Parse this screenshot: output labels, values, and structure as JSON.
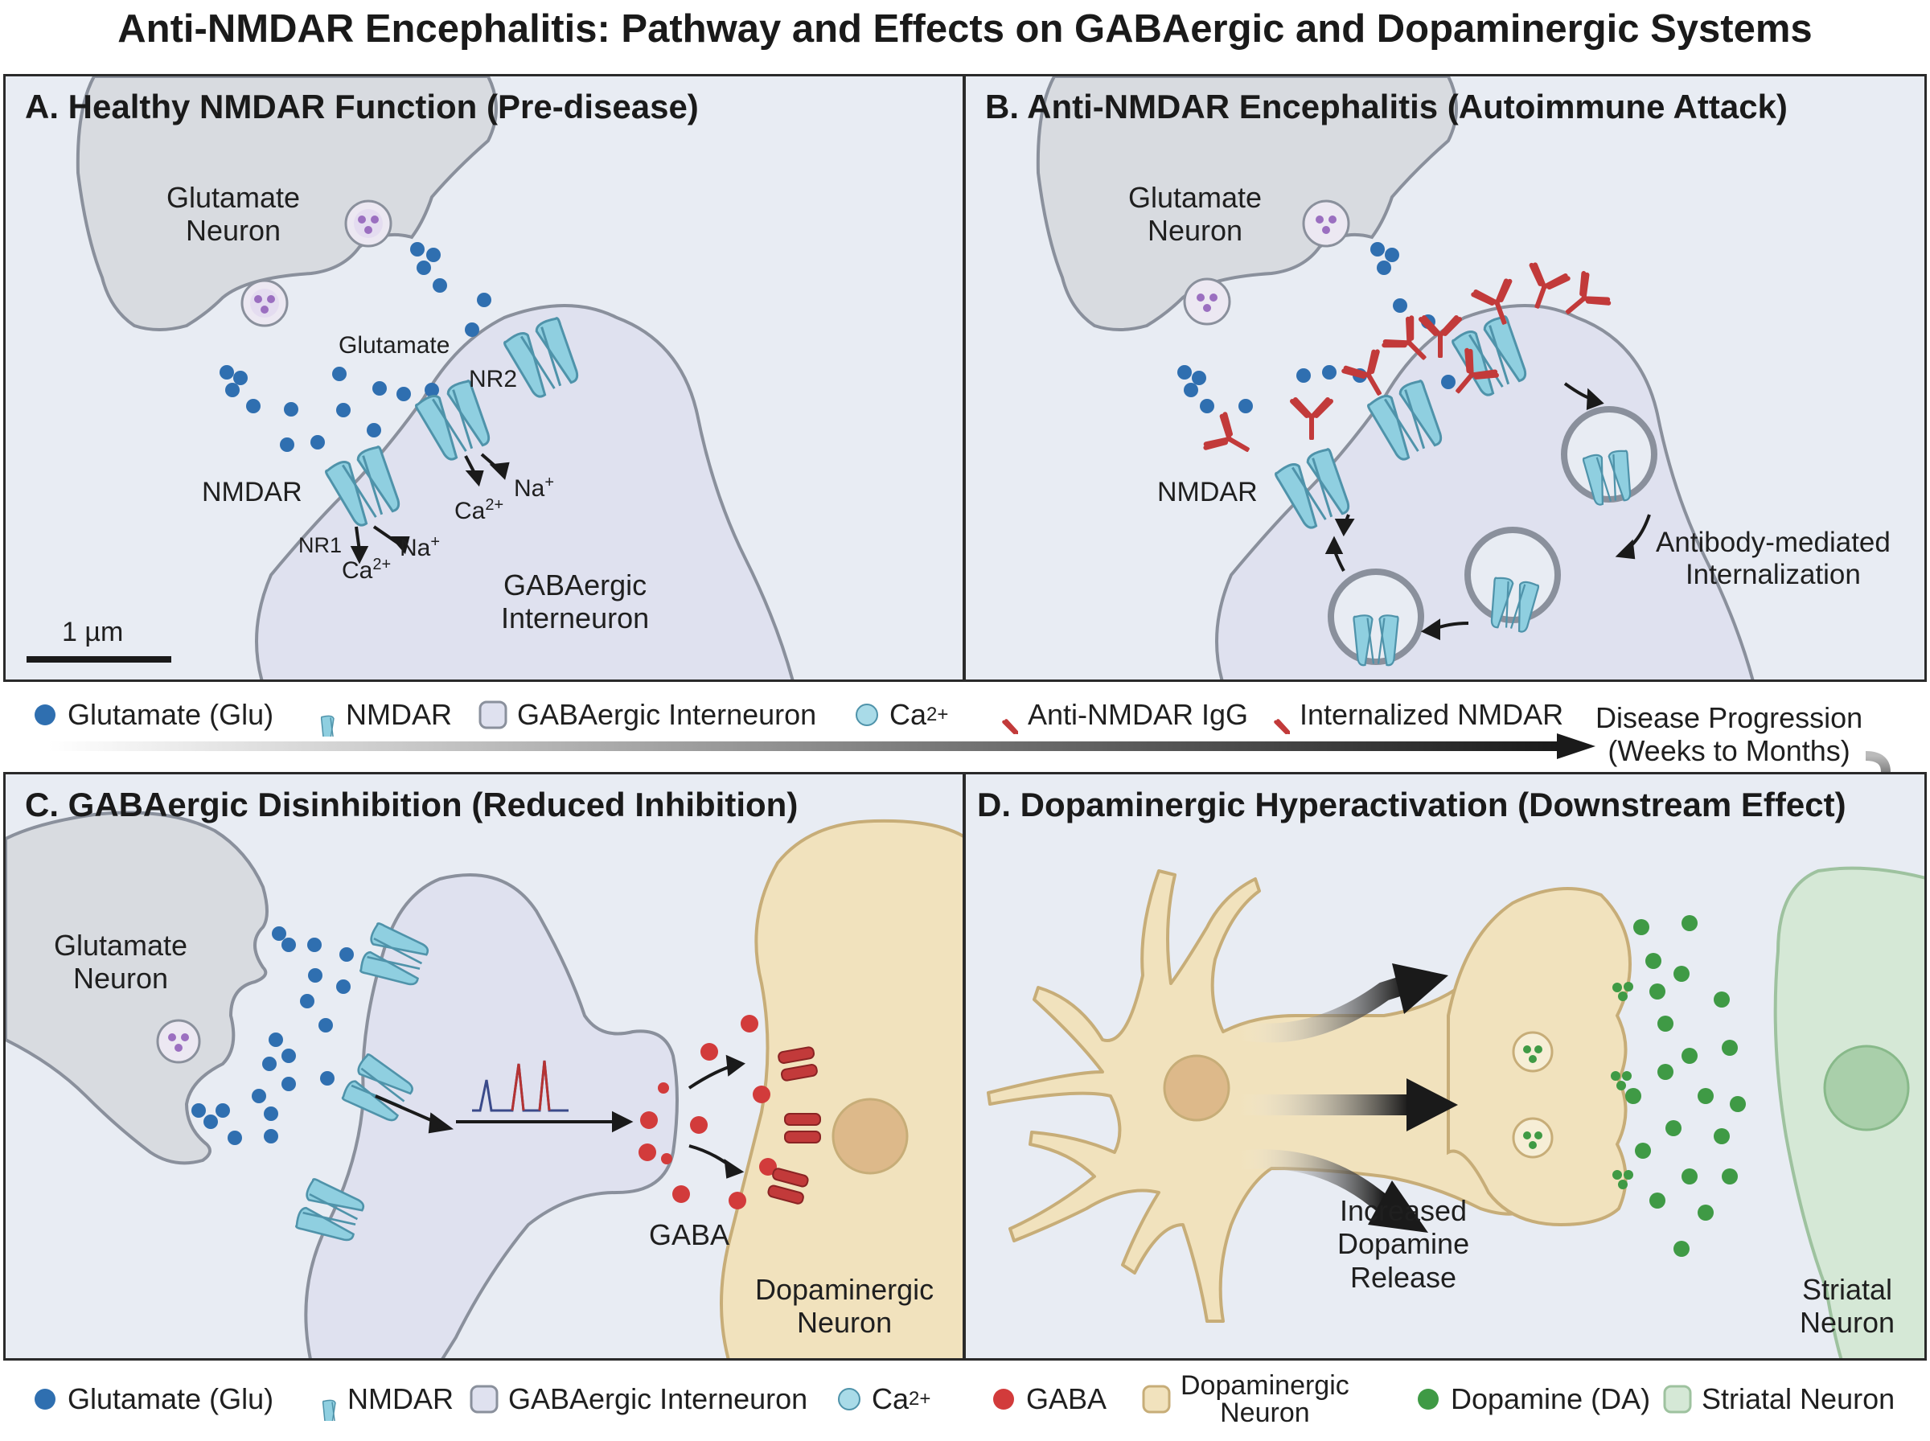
{
  "title": "Anti-NMDAR Encephalitis: Pathway and Effects on GABAergic and Dopaminergic Systems",
  "panels": {
    "a": {
      "title": "A. Healthy NMDAR Function (Pre-disease)",
      "glutamate_neuron": [
        "Glutamate",
        "Neuron"
      ],
      "glutamate_label": "Glutamate",
      "nmdar_label": "NMDAR",
      "nr1": "NR1",
      "nr2": "NR2",
      "ca": "Ca",
      "na": "Na",
      "ca_sup": "2+",
      "na_sup": "+",
      "gaba_interneuron": [
        "GABAergic",
        "Interneuron"
      ],
      "scale_bar": "1 µm"
    },
    "b": {
      "title": "B. Anti-NMDAR Encephalitis (Autoimmune Attack)",
      "glutamate_neuron": [
        "Glutamate",
        "Neuron"
      ],
      "nmdar_label": "NMDAR",
      "internalization": [
        "Antibody-mediated",
        "Internalization"
      ]
    },
    "c": {
      "title": "C. GABAergic Disinhibition (Reduced Inhibition)",
      "glutamate_neuron": [
        "Glutamate",
        "Neuron"
      ],
      "gaba_label": "GABA",
      "dopaminergic": [
        "Dopaminergic",
        "Neuron"
      ]
    },
    "d": {
      "title": "D. Dopaminergic Hyperactivation (Downstream Effect)",
      "release": [
        "Increased",
        "Dopamine",
        "Release"
      ],
      "striatal": [
        "Striatal",
        "Neuron"
      ]
    }
  },
  "legend_top": {
    "glutamate": "Glutamate (Glu)",
    "nmdar": "NMDAR",
    "gaba_interneuron": "GABAergic Interneuron",
    "ca": "Ca",
    "ca_sup": "2+",
    "igg": "Anti-NMDAR IgG",
    "internalized": "Internalized NMDAR"
  },
  "progression": [
    "Disease Progression",
    "(Weeks to Months)"
  ],
  "legend_bottom": {
    "glutamate": "Glutamate (Glu)",
    "nmdar": "NMDAR",
    "gaba_interneuron": "GABAergic Interneuron",
    "ca": "Ca",
    "ca_sup": "2+",
    "gaba": "GABA",
    "dopaminergic": [
      "Dopaminergic",
      "Neuron"
    ],
    "dopamine": "Dopamine (DA)",
    "striatal": "Striatal Neuron"
  },
  "colors": {
    "glutamate": "#2f6fb0",
    "nmdar": "#8fcfe0",
    "interneuron": "#dfe1ef",
    "neuron_gray": "#d8dbe0",
    "gaba": "#d23b3b",
    "dopaminergic": "#f1e2bd",
    "dopamine": "#3f9a45",
    "striatal": "#d5e8d6",
    "igg": "#c23a3a"
  }
}
